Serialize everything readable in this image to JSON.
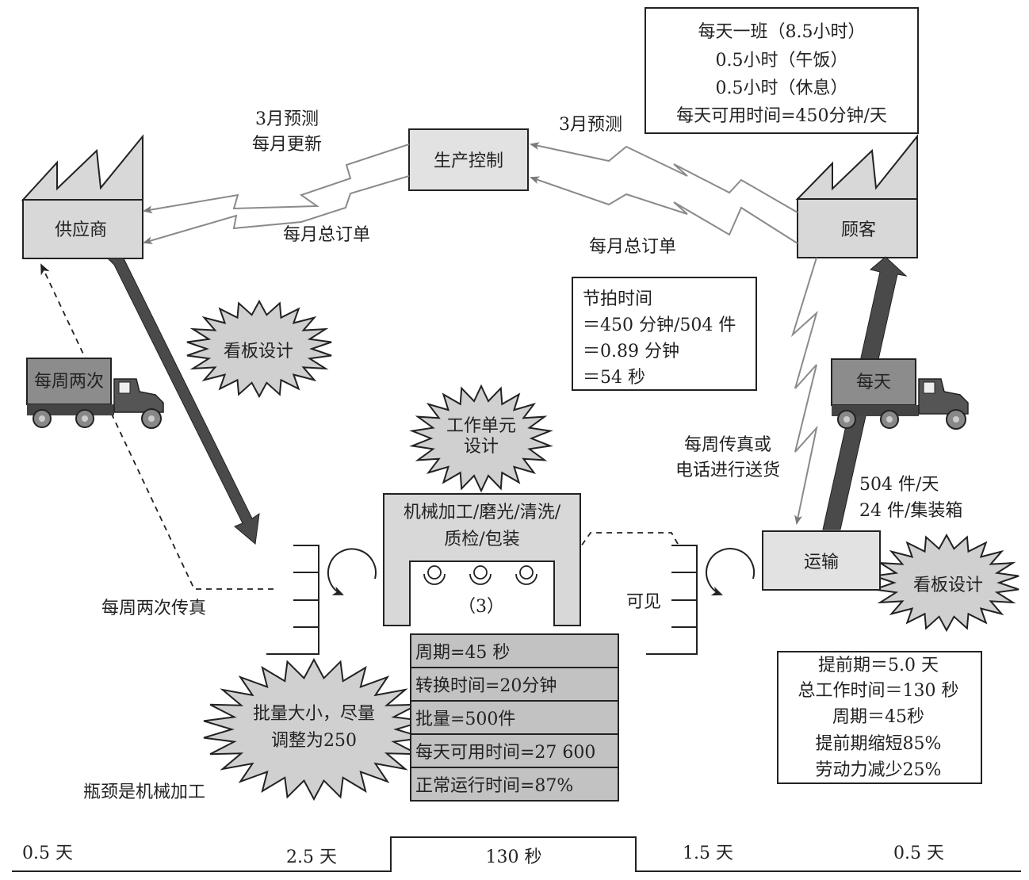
{
  "diagram": {
    "type": "future-state value stream map",
    "customer_info_box": {
      "lines": [
        "每天一班（8.5小时）",
        "0.5小时（午饭）",
        "0.5小时（休息）",
        "每天可用时间=450分钟/天"
      ]
    },
    "supplier": {
      "label": "供应商"
    },
    "customer": {
      "label": "顾客"
    },
    "production_control": {
      "label": "生产控制"
    },
    "info_flows": {
      "pc_to_supplier_top": [
        "3月预测",
        "每月更新"
      ],
      "pc_to_supplier_bottom": "每月总订单",
      "customer_to_pc_top": "3月预测",
      "customer_to_pc_bottom": "每月总订单",
      "customer_to_shipping": [
        "每周传真或",
        "电话进行送货"
      ],
      "supplier_fax": "每周两次传真"
    },
    "takt_box": {
      "lines": [
        "节拍时间",
        "＝450 分钟/504 件",
        "＝0.89 分钟",
        "＝54 秒"
      ]
    },
    "kaizen_bursts": {
      "supplier_kanban": "看板设计",
      "work_cell": [
        "工作单元",
        "设计"
      ],
      "shipping_kanban": "看板设计",
      "batch_size": [
        "批量大小，尽量",
        "调整为250"
      ]
    },
    "supplier_truck": {
      "label": "每周两次"
    },
    "customer_truck": {
      "label": "每天"
    },
    "customer_shipment": {
      "lines": [
        "504 件/天",
        "24 件/集装箱"
      ]
    },
    "process_cell": {
      "title": [
        "机械加工/磨光/清洗/",
        "质检/包装"
      ],
      "operators": "（3）",
      "operator_count": 3,
      "data_rows": [
        "周期=45 秒",
        "转换时间=20分钟",
        "批量=500件",
        "每天可用时间=27 600",
        "正常运行时间=87%"
      ]
    },
    "supermarket_right_label": "可见",
    "shipping": {
      "label": "运输"
    },
    "bottleneck_note": "瓶颈是机械加工",
    "summary_box": {
      "lines": [
        "提前期＝5.0 天",
        "总工作时间＝130 秒",
        "周期＝45秒",
        "提前期缩短85%",
        "劳动力减少25%"
      ]
    },
    "timeline": {
      "segments": [
        "0.5 天",
        "2.5 天",
        "130 秒",
        "1.5 天",
        "0.5 天"
      ]
    }
  }
}
